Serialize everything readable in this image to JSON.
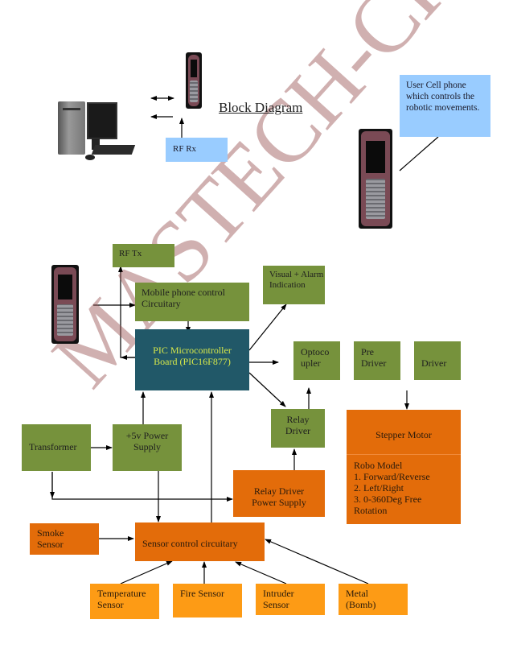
{
  "title": "Block Diagram",
  "watermark": "MASTECH-CHENNAI",
  "colors": {
    "green_block": "#76923c",
    "orange_block": "#e36c0a",
    "light_orange_block": "#fd9b15",
    "blue_note": "#99ccff",
    "mcu_block": "#215868",
    "mcu_text": "#d7e84a"
  },
  "illustrations": {
    "computer": "desktop-computer",
    "phone_top": "cell-phone",
    "phone_user": "cell-phone",
    "phone_left": "cell-phone"
  },
  "blocks": {
    "rf_rx": "RF Rx",
    "user_note": "User Cell phone which controls the robotic movements.",
    "rf_tx": "RF Tx",
    "mobile_ctrl": "Mobile phone control Circuitary",
    "visual_alarm": "Visual + Alarm Indication",
    "mcu_line1": "PIC Microcontroller",
    "mcu_line2": "Board (PIC16F877)",
    "optocoupler_line1": "Optoco",
    "optocoupler_line2": "upler",
    "pre_driver_line1": "Pre",
    "pre_driver_line2": "Driver",
    "driver": "Driver",
    "stepper_motor": "Stepper Motor",
    "robo_model": [
      "Robo Model",
      "1. Forward/Reverse",
      "2. Left/Right",
      "3. 0-360Deg Free",
      "Rotation"
    ],
    "relay_driver_line1": "Relay",
    "relay_driver_line2": "Driver",
    "transformer": "Transformer",
    "power_supply_line1": "+5v Power",
    "power_supply_line2": "Supply",
    "relay_power_line1": "Relay Driver",
    "relay_power_line2": "Power Supply",
    "smoke_sensor_line1": "Smoke",
    "smoke_sensor_line2": "Sensor",
    "sensor_ctrl": "Sensor control circuitary",
    "temp_sensor_line1": "Temperature",
    "temp_sensor_line2": "Sensor",
    "fire_sensor": "Fire Sensor",
    "intruder_line1": "Intruder",
    "intruder_line2": "Sensor",
    "metal_line1": "Metal",
    "metal_line2": "(Bomb)"
  }
}
